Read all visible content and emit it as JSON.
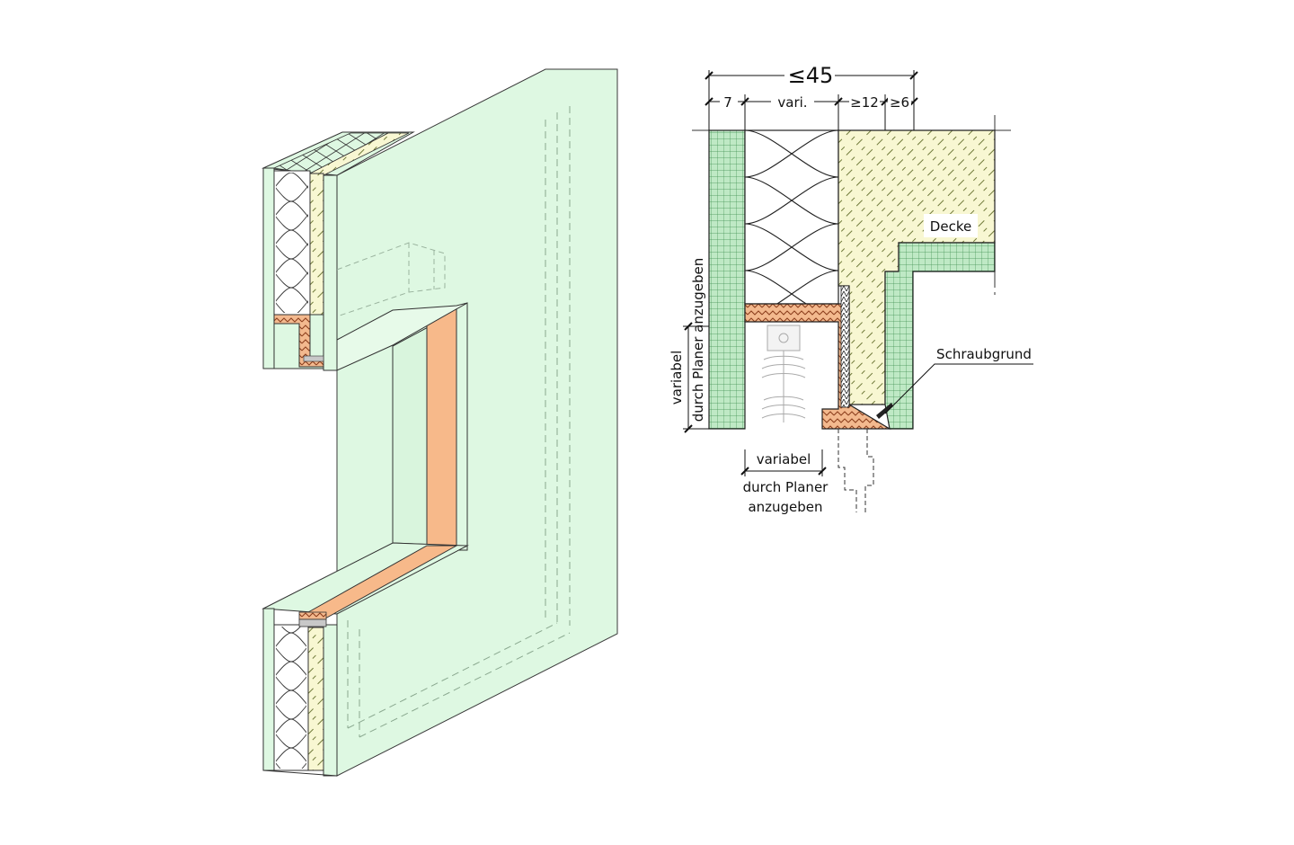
{
  "colors": {
    "wall_green": "#dff7e2",
    "wall_edge": "#333333",
    "grid_green": "#b8e6bf",
    "grid_line": "#4a9a5a",
    "concrete": "#f7f6cf",
    "hatch": "#6f7a3a",
    "wood": "#f5c49c",
    "wood_dark": "#d9855a",
    "insulation": "#ffffff"
  },
  "labels": {
    "max_total": "≤45",
    "dim_7": "7",
    "dim_vari": "vari.",
    "dim_12": "≥12",
    "dim_6": "≥6",
    "decke": "Decke",
    "schraubgrund": "Schraubgrund",
    "vert_line1": "variabel",
    "vert_line2": "durch Planer anzugeben",
    "horiz_line1": "variabel",
    "horiz_line2": "durch Planer",
    "horiz_line3": "anzugeben"
  }
}
